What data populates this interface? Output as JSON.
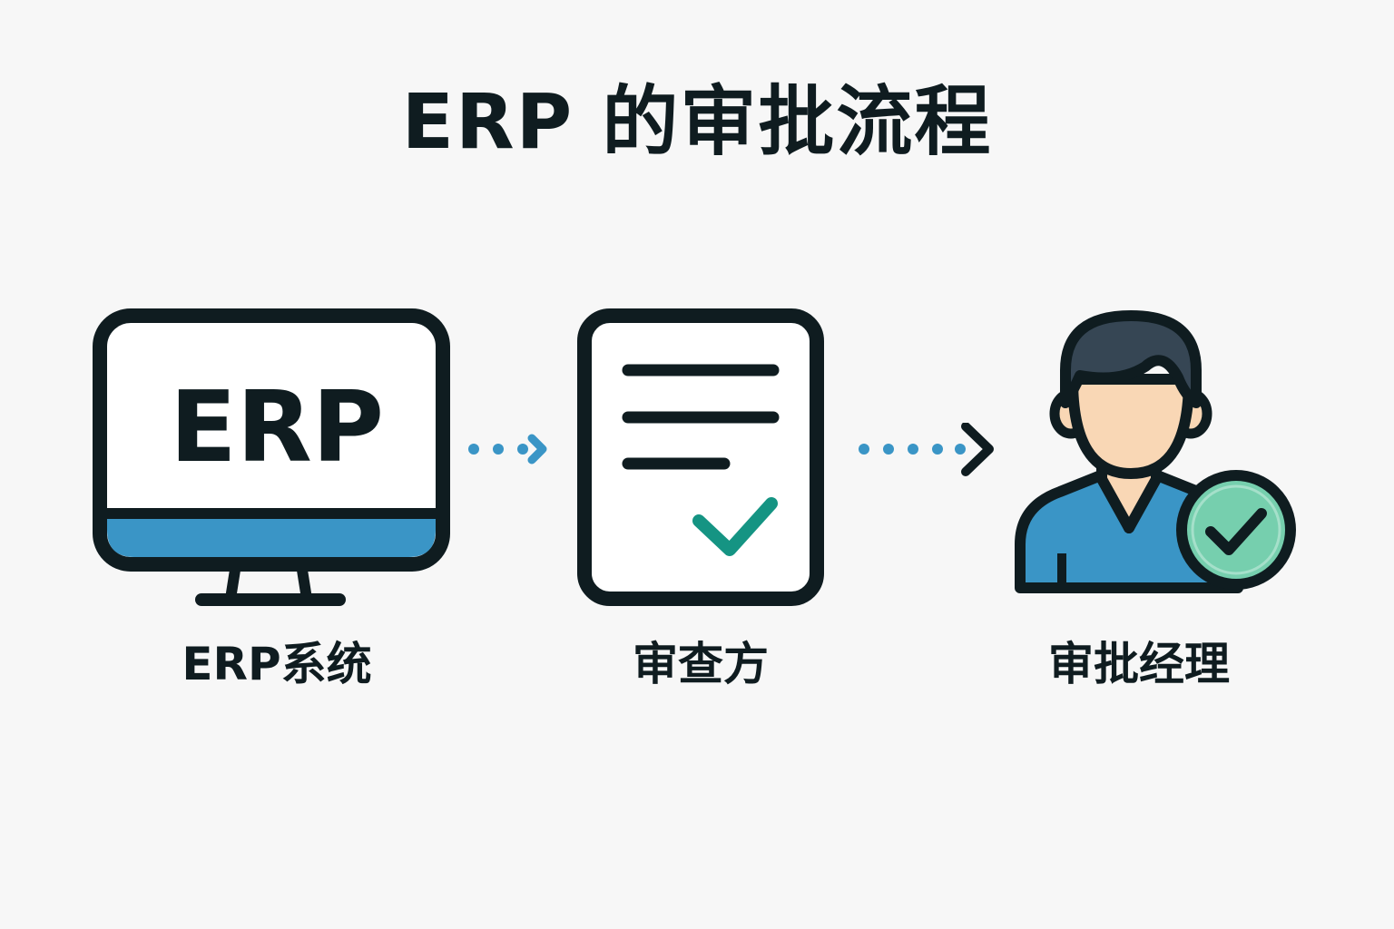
{
  "title": "ERP 的审批流程",
  "nodes": [
    {
      "label": "ERP系统",
      "icon": "monitor-icon",
      "screen_text": "ERP"
    },
    {
      "label": "审查方",
      "icon": "document-check-icon"
    },
    {
      "label": "审批经理",
      "icon": "person-check-icon"
    }
  ],
  "colors": {
    "outline": "#0f1c20",
    "blue": "#3a95c6",
    "teal_check": "#159483",
    "badge_green": "#76cfae",
    "skin": "#f9d7b5",
    "hair": "#364654"
  }
}
